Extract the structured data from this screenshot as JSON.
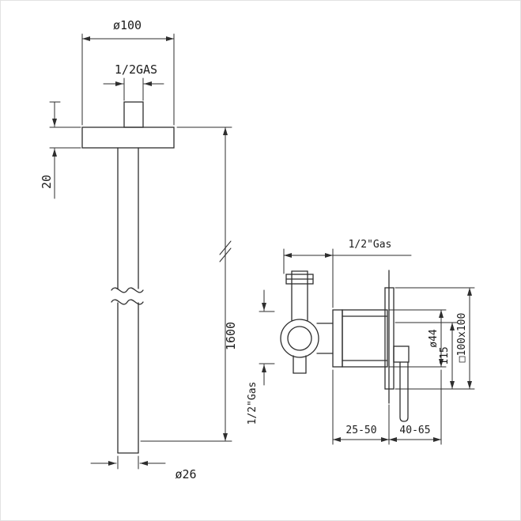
{
  "drawing": {
    "spout": {
      "dia_top": "ø100",
      "thread_top": "1/2GAS",
      "plate_thickness": "20",
      "length": "1600",
      "dia_pipe": "ø26"
    },
    "mixer": {
      "thread_top": "1/2\"Gas",
      "thread_bottom": "1/2\"Gas",
      "dia_body": "ø44",
      "height": "115",
      "plate_size": "□100x100",
      "wall_depth": "25-50",
      "outer_depth": "40-65"
    }
  }
}
